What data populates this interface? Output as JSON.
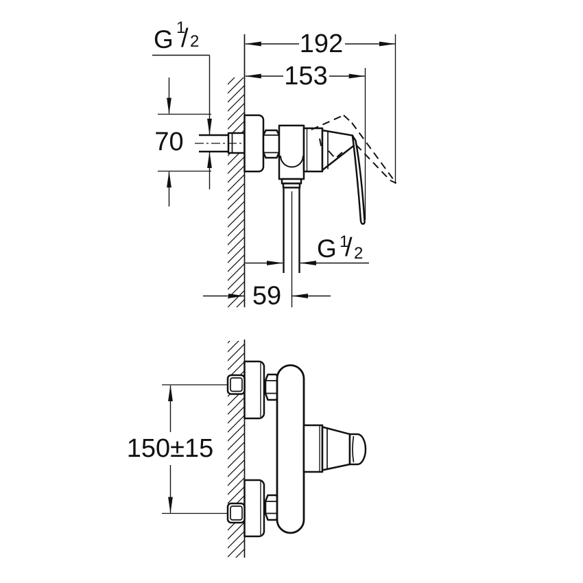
{
  "document": {
    "type": "technical dimension drawing",
    "subject": "wall-mounted single-lever shower mixer, side view and front view",
    "line_color": "#111111",
    "background_color": "#ffffff"
  },
  "dims": {
    "d192": "192",
    "d153": "153",
    "d70": "70",
    "d59": "59",
    "d150": "150±15"
  },
  "threads": {
    "inlet": {
      "letter": "G",
      "num": "1",
      "slash": "/",
      "den": "2"
    },
    "outlet": {
      "letter": "G",
      "num": "1",
      "slash": "/",
      "den": "2"
    }
  }
}
